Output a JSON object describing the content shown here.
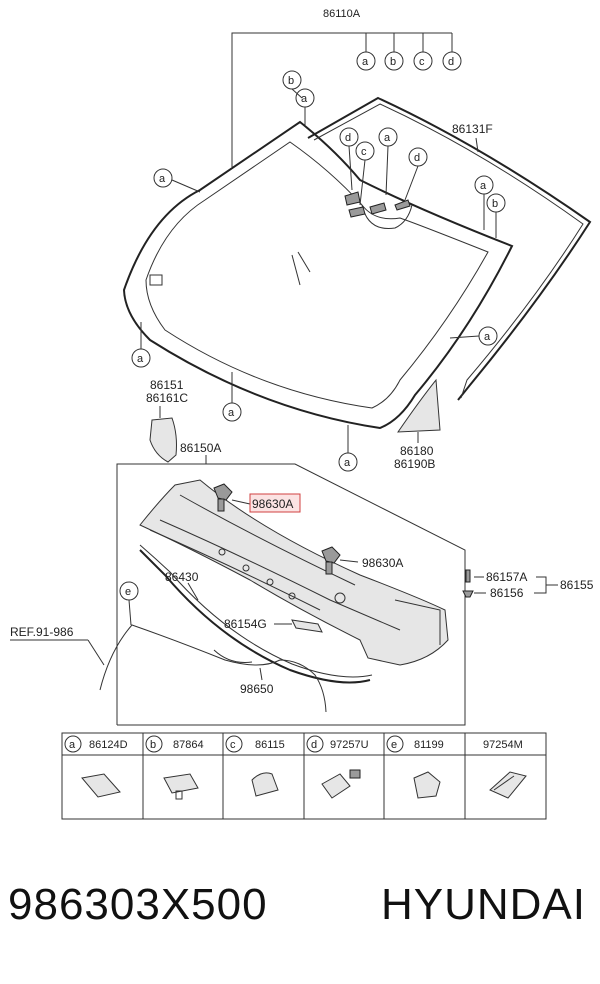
{
  "diagram": {
    "top_label": "86110A",
    "letters": [
      "a",
      "b",
      "c",
      "d",
      "e"
    ],
    "glass_seal_label": "86131F",
    "cover_left": [
      "86151",
      "86161C"
    ],
    "cover_right": [
      "86180",
      "86190B"
    ],
    "cowl_label": "86150A",
    "highlight_label": "98630A",
    "nozzle_label": "98630A",
    "seal_label": "86430",
    "ref_label": "REF.91-986",
    "pad_label": "86154G",
    "hose_label": "98650",
    "clip_label": "86157A",
    "screw_label": "86156",
    "group_label": "86155"
  },
  "legend": {
    "items": [
      {
        "letter": "a",
        "part": "86124D",
        "icon": "foam-pad-icon"
      },
      {
        "letter": "b",
        "part": "87864",
        "icon": "push-clip-icon"
      },
      {
        "letter": "c",
        "part": "86115",
        "icon": "rubber-block-icon"
      },
      {
        "letter": "d",
        "part": "97257U",
        "icon": "sensor-bracket-icon"
      },
      {
        "letter": "e",
        "part": "81199",
        "icon": "hose-clip-icon"
      },
      {
        "letter": "",
        "part": "97254M",
        "icon": "connector-icon"
      }
    ]
  },
  "footer": {
    "part_number": "986303X500",
    "brand": "HYUNDAI"
  },
  "colors": {
    "highlight_border": "#d04040",
    "highlight_fill": "#fbe3e3",
    "line": "#333333"
  }
}
